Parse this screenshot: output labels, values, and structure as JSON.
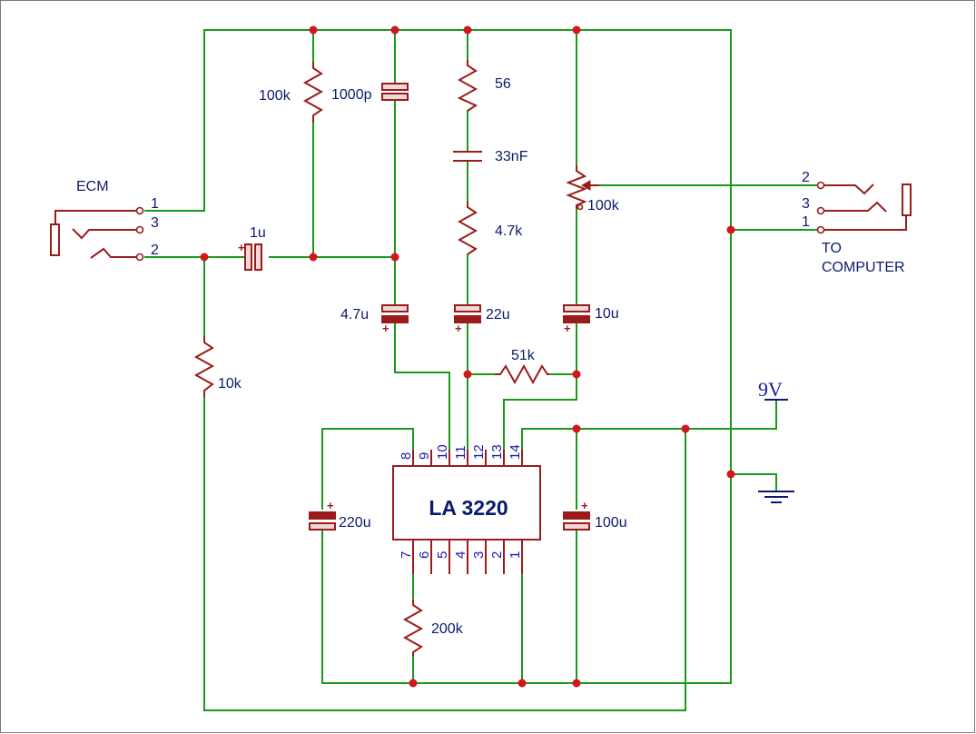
{
  "labels": {
    "ecm": "ECM",
    "to_computer_line1": "TO",
    "to_computer_line2": "COMPUTER",
    "supply": "9V",
    "ic": "LA 3220"
  },
  "components": {
    "r_100k_bias": "100k",
    "c_1000p": "1000p",
    "r_56": "56",
    "c_33nf": "33nF",
    "r_4k7": "4.7k",
    "pot_100k": "100k",
    "c_1u": "1u",
    "r_10k": "10k",
    "c_4u7": "4.7u",
    "c_22u": "22u",
    "c_10u": "10u",
    "r_51k": "51k",
    "c_220u": "220u",
    "c_100u": "100u",
    "r_200k": "200k"
  },
  "ecm_jack_pins": [
    "1",
    "3",
    "2"
  ],
  "computer_jack_pins": [
    "2",
    "3",
    "1"
  ],
  "ic_pins_top": [
    "8",
    "9",
    "10",
    "11",
    "12",
    "13",
    "14"
  ],
  "ic_pins_bottom": [
    "7",
    "6",
    "5",
    "4",
    "3",
    "2",
    "1"
  ],
  "colors": {
    "wire": "#1a9a1a",
    "component": "#9b1b1b",
    "junction": "#d4141e",
    "label": "#0c1a6e",
    "pin_number": "#1a1aa8"
  }
}
